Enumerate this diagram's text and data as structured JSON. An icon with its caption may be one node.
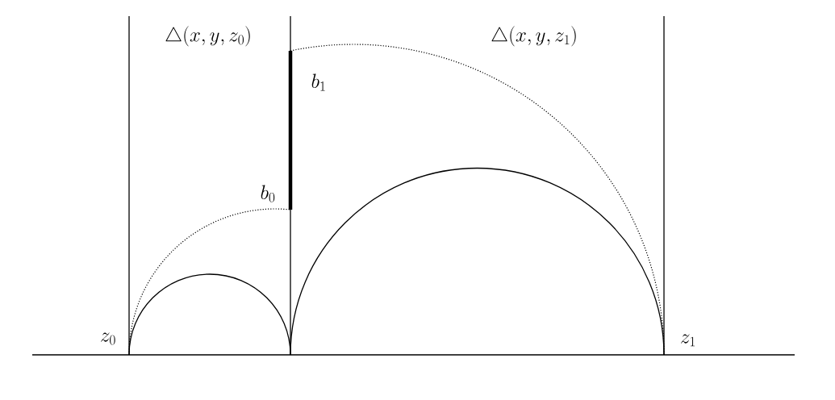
{
  "diagram": {
    "labels": [
      "\\triangle(x,y,z_0)",
      "\\triangle(x,y,z_1)",
      "b_1",
      "b_0",
      "z_0",
      "z_1"
    ]
  }
}
